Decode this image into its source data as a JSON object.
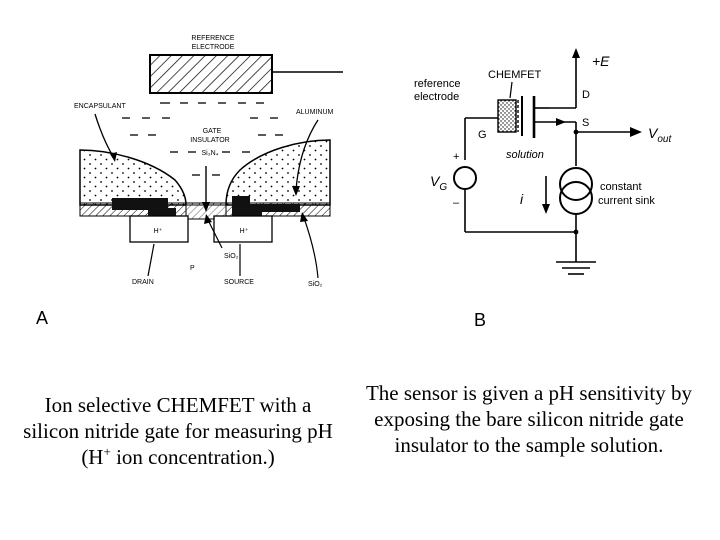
{
  "panelA": {
    "panel_label": "A",
    "reference_electrode_label_1": "REFERENCE",
    "reference_electrode_label_2": "ELECTRODE",
    "encapsulant_label": "ENCAPSULANT",
    "aluminum_label": "ALUMINUM",
    "gate_insulator_label_1": "GATE",
    "gate_insulator_label_2": "INSULATOR",
    "si3n4_label": "Si₃N₄",
    "n_plus_left": "H⁺",
    "n_plus_right": "H⁺",
    "sio2_center_label": "SiO₂",
    "p_label": "P",
    "drain_label": "DRAIN",
    "source_label": "SOURCE",
    "sio2_right_label": "SiO₂"
  },
  "panelB": {
    "panel_label": "B",
    "chemfet_label": "CHEMFET",
    "plus_e_label": "+E",
    "reference_label_1": "reference",
    "reference_label_2": "electrode",
    "d_label": "D",
    "g_label": "G",
    "s_label": "S",
    "vout_label": "V",
    "vout_sub": "out",
    "solution_label": "solution",
    "vg_label": "V",
    "vg_sub": "G",
    "plus_sign": "+",
    "minus_sign": "–",
    "i_label": "i",
    "sink_label_1": "constant",
    "sink_label_2": "current sink"
  },
  "captions": {
    "left_part1": "Ion selective CHEMFET with a silicon nitride gate for measuring pH (H",
    "left_sup": "+",
    "left_part2": " ion concentration.)",
    "right": "The sensor is given a pH sensitivity by exposing the bare silicon nitride gate insulator to the sample solution."
  }
}
